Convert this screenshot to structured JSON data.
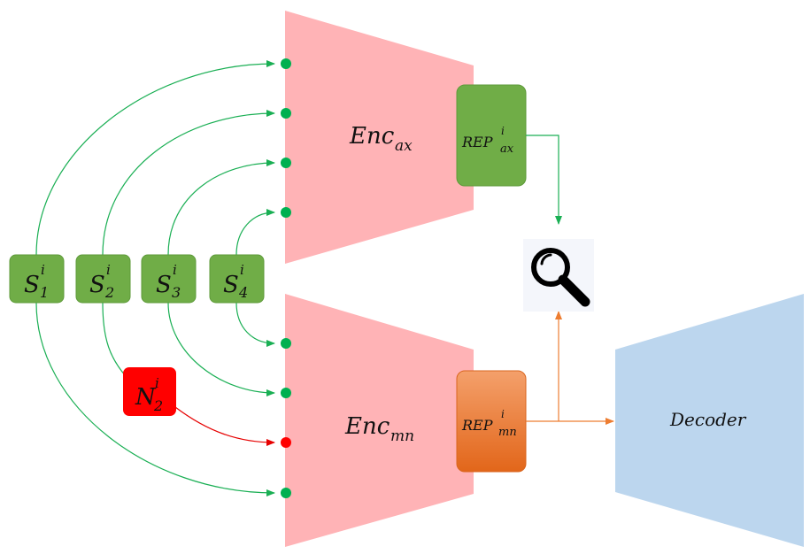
{
  "colors": {
    "encoder": "#ffb3b6",
    "decoder": "#bcd6ee",
    "green_box": "#70ad47",
    "green_box_border": "#5e9a3a",
    "orange_box": "#ed7d31",
    "red_box": "#ff0000",
    "green_line": "#1aaf54",
    "red_line": "#e60000",
    "orange_line": "#ed7d31",
    "dot_green": "#00b050",
    "dot_red": "#ff0000"
  },
  "encoders": {
    "ax": {
      "name": "Enc",
      "sub": "ax"
    },
    "mn": {
      "name": "Enc",
      "sub": "mn"
    }
  },
  "representations": {
    "ax": {
      "name": "REP",
      "sup": "i",
      "sub": "ax"
    },
    "mn": {
      "name": "REP",
      "sup": "i",
      "sub": "mn"
    }
  },
  "decoder": {
    "label": "Decoder"
  },
  "segments": [
    {
      "name": "S",
      "sup": "i",
      "sub": "1"
    },
    {
      "name": "S",
      "sup": "i",
      "sub": "2"
    },
    {
      "name": "S",
      "sup": "i",
      "sub": "3"
    },
    {
      "name": "S",
      "sup": "i",
      "sub": "4"
    }
  ],
  "noise": {
    "name": "N",
    "sup": "i",
    "sub": "2"
  },
  "icons": {
    "inspect": "magnifier-icon"
  }
}
